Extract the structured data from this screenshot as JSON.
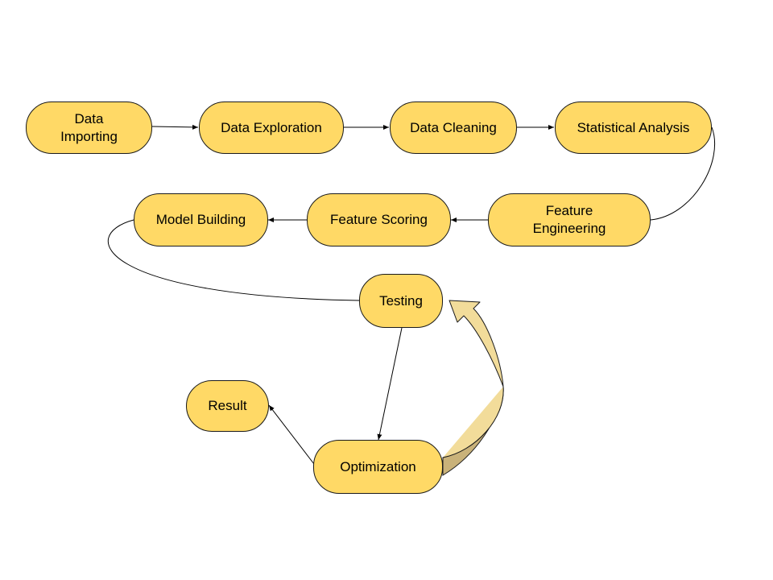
{
  "diagram": {
    "colors": {
      "node_fill": "#ffd966",
      "node_stroke": "#1a1a1a",
      "edge": "#000000",
      "feedback_arrow_fill": "#f2dc9a",
      "feedback_arrow_shadow": "#c9b27a"
    },
    "nodes": {
      "data_importing": "Data\nImporting",
      "data_exploration": "Data Exploration",
      "data_cleaning": "Data Cleaning",
      "statistical_analysis": "Statistical Analysis",
      "feature_engineering": "Feature\nEngineering",
      "feature_scoring": "Feature Scoring",
      "model_building": "Model Building",
      "testing": "Testing",
      "optimization": "Optimization",
      "result": "Result"
    },
    "edges": [
      {
        "from": "data_importing",
        "to": "data_exploration"
      },
      {
        "from": "data_exploration",
        "to": "data_cleaning"
      },
      {
        "from": "data_cleaning",
        "to": "statistical_analysis"
      },
      {
        "from": "statistical_analysis",
        "to": "feature_engineering"
      },
      {
        "from": "feature_engineering",
        "to": "feature_scoring"
      },
      {
        "from": "feature_scoring",
        "to": "model_building"
      },
      {
        "from": "model_building",
        "to": "testing"
      },
      {
        "from": "testing",
        "to": "optimization"
      },
      {
        "from": "optimization",
        "to": "result"
      },
      {
        "from": "optimization",
        "to": "testing",
        "style": "block-arrow"
      }
    ]
  }
}
